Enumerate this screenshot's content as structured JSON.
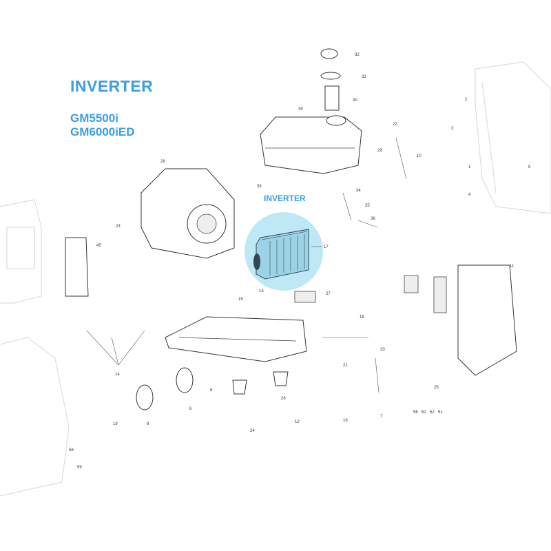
{
  "title": "INVERTER",
  "models": [
    "GM5500i",
    "GM6000iED"
  ],
  "highlight": {
    "label": "INVERTER",
    "color": "#bfe8f7",
    "part_number": "17"
  },
  "accent_color": "#3a9ee4",
  "callouts": [
    "32",
    "31",
    "30",
    "39",
    "22",
    "29",
    "10",
    "33",
    "34",
    "35",
    "36",
    "27",
    "17",
    "28",
    "45",
    "18",
    "15",
    "13",
    "14",
    "16",
    "6",
    "7",
    "8",
    "9",
    "19",
    "20",
    "21",
    "23",
    "24",
    "25",
    "26",
    "11",
    "12",
    "1",
    "2",
    "3",
    "4",
    "5",
    "58",
    "59",
    "56",
    "62",
    "52",
    "51"
  ]
}
